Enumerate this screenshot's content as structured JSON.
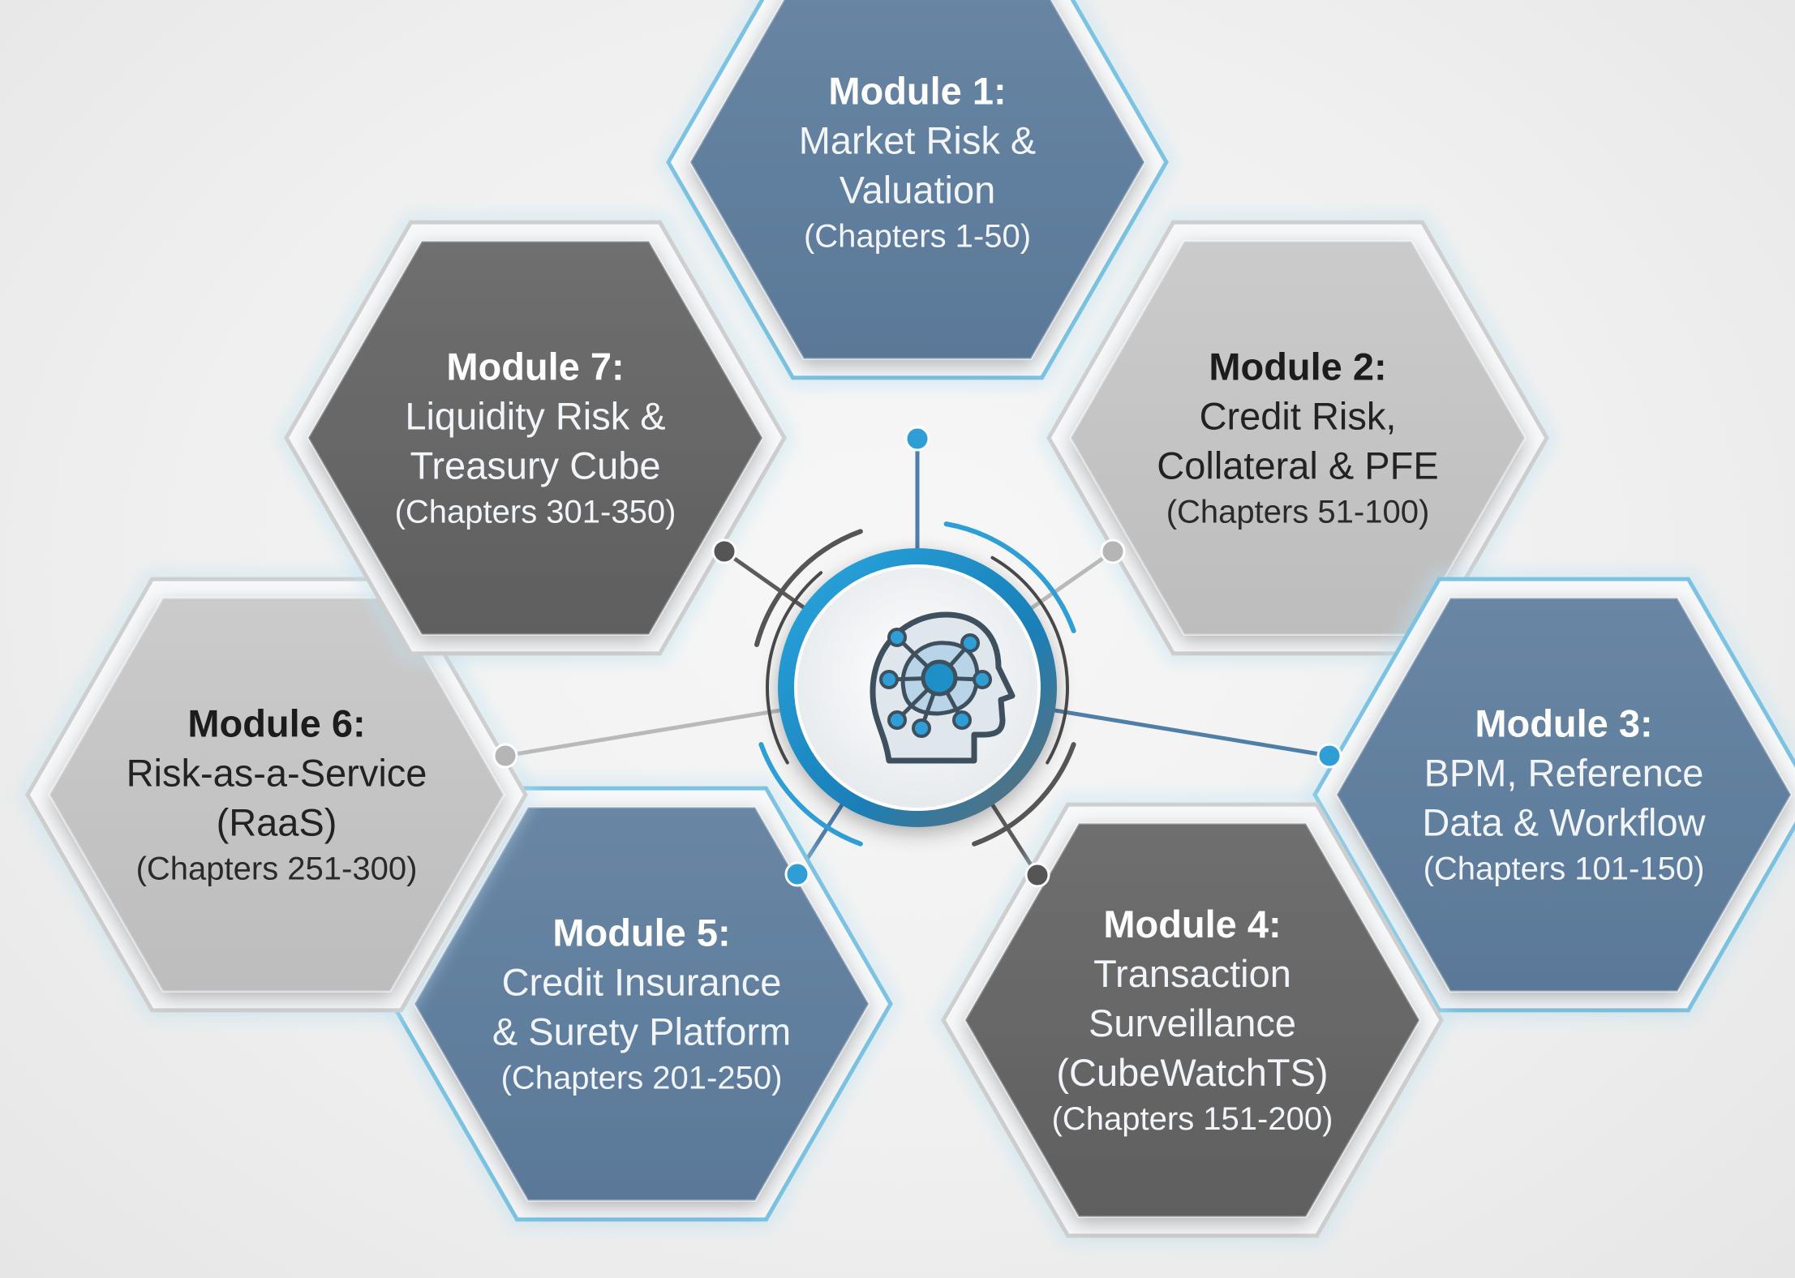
{
  "colors": {
    "blue_fill": "#62809f",
    "dark_fill": "#6a6a6a",
    "light_fill": "#c5c5c5",
    "accent_line": "#3ba9d6",
    "hub_ring": "#1e8fc7"
  },
  "hub": {
    "icon": "ai-brain-head-icon"
  },
  "modules": [
    {
      "title": "Module 1:",
      "lines": [
        "Market Risk &",
        "Valuation"
      ],
      "chapters": "(Chapters 1-50)",
      "style": "blue"
    },
    {
      "title": "Module 2:",
      "lines": [
        "Credit Risk,",
        "Collateral & PFE"
      ],
      "chapters": "(Chapters 51-100)",
      "style": "light"
    },
    {
      "title": "Module 3:",
      "lines": [
        "BPM, Reference",
        "Data & Workflow"
      ],
      "chapters": "(Chapters 101-150)",
      "style": "blue"
    },
    {
      "title": "Module 4:",
      "lines": [
        "Transaction",
        "Surveillance",
        "(CubeWatchTS)"
      ],
      "chapters": "(Chapters 151-200)",
      "style": "dark"
    },
    {
      "title": "Module 5:",
      "lines": [
        "Credit Insurance",
        "& Surety Platform"
      ],
      "chapters": "(Chapters 201-250)",
      "style": "blue"
    },
    {
      "title": "Module 6:",
      "lines": [
        "Risk-as-a-Service",
        "(RaaS)"
      ],
      "chapters": "(Chapters 251-300)",
      "style": "light"
    },
    {
      "title": "Module 7:",
      "lines": [
        "Liquidity Risk &",
        "Treasury Cube"
      ],
      "chapters": "(Chapters 301-350)",
      "style": "dark"
    }
  ]
}
